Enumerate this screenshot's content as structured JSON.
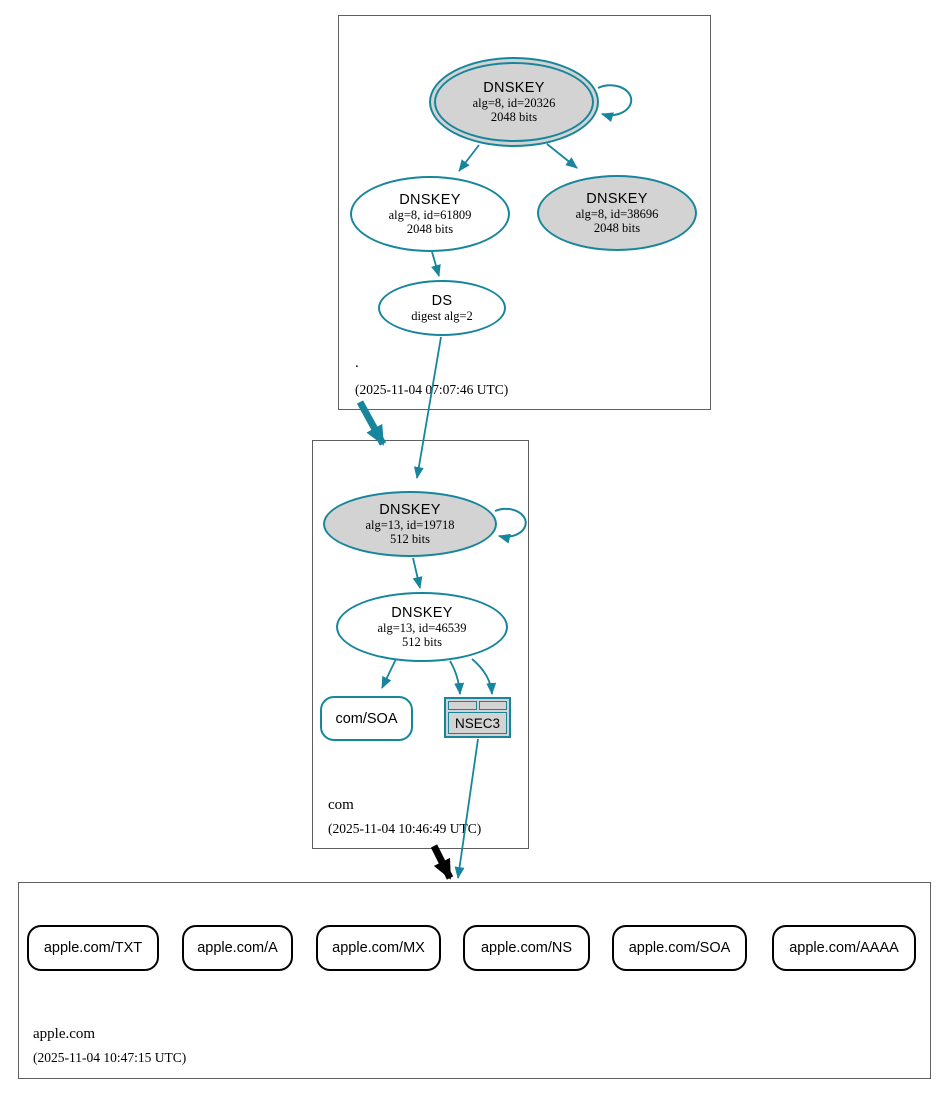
{
  "colors": {
    "secure_teal": "#17869c",
    "insecure_black": "#000000",
    "node_fill_gray": "#d3d3d3",
    "zone_border_gray": "#5f5f5f"
  },
  "zones": {
    "root": {
      "label": ".",
      "timestamp": "(2025-11-04 07:07:46 UTC)",
      "nodes": {
        "ksk": {
          "type": "DNSKEY",
          "detail": "alg=8, id=20326",
          "bits": "2048 bits"
        },
        "zsk": {
          "type": "DNSKEY",
          "detail": "alg=8, id=61809",
          "bits": "2048 bits"
        },
        "ksk2": {
          "type": "DNSKEY",
          "detail": "alg=8, id=38696",
          "bits": "2048 bits"
        },
        "ds": {
          "type": "DS",
          "detail": "digest alg=2"
        }
      }
    },
    "com": {
      "label": "com",
      "timestamp": "(2025-11-04 10:46:49 UTC)",
      "nodes": {
        "ksk": {
          "type": "DNSKEY",
          "detail": "alg=13, id=19718",
          "bits": "512 bits"
        },
        "zsk": {
          "type": "DNSKEY",
          "detail": "alg=13, id=46539",
          "bits": "512 bits"
        },
        "soa": {
          "label": "com/SOA"
        },
        "nsec3": {
          "label": "NSEC3"
        }
      }
    },
    "apple": {
      "label": "apple.com",
      "timestamp": "(2025-11-04 10:47:15 UTC)",
      "records": [
        "apple.com/TXT",
        "apple.com/A",
        "apple.com/MX",
        "apple.com/NS",
        "apple.com/SOA",
        "apple.com/AAAA"
      ]
    }
  }
}
